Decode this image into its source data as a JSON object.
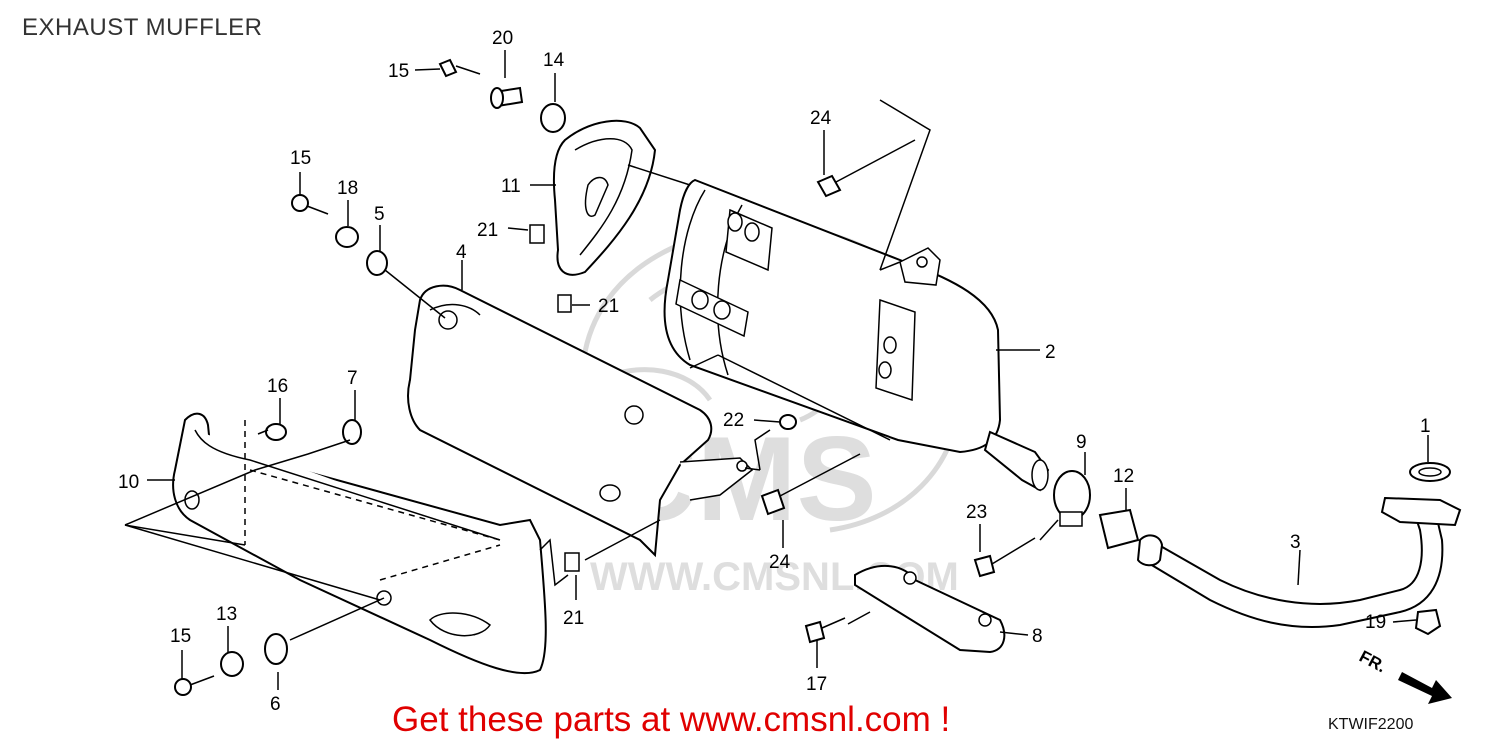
{
  "diagram": {
    "title": "EXHAUST MUFFLER",
    "promo": "Get these parts at www.cmsnl.com !",
    "diagram_code": "KTWIF2200",
    "front_marker": "FR.",
    "watermark": {
      "logo": "CMS",
      "url": "WWW.CMSNL.COM"
    },
    "callouts": [
      {
        "id": "c1",
        "label": "1"
      },
      {
        "id": "c2",
        "label": "2"
      },
      {
        "id": "c3",
        "label": "3"
      },
      {
        "id": "c4",
        "label": "4"
      },
      {
        "id": "c5",
        "label": "5"
      },
      {
        "id": "c6",
        "label": "6"
      },
      {
        "id": "c7",
        "label": "7"
      },
      {
        "id": "c8",
        "label": "8"
      },
      {
        "id": "c9",
        "label": "9"
      },
      {
        "id": "c10",
        "label": "10"
      },
      {
        "id": "c11",
        "label": "11"
      },
      {
        "id": "c12",
        "label": "12"
      },
      {
        "id": "c13",
        "label": "13"
      },
      {
        "id": "c14",
        "label": "14"
      },
      {
        "id": "c15a",
        "label": "15"
      },
      {
        "id": "c15b",
        "label": "15"
      },
      {
        "id": "c15c",
        "label": "15"
      },
      {
        "id": "c16",
        "label": "16"
      },
      {
        "id": "c17",
        "label": "17"
      },
      {
        "id": "c18",
        "label": "18"
      },
      {
        "id": "c19",
        "label": "19"
      },
      {
        "id": "c20",
        "label": "20"
      },
      {
        "id": "c21a",
        "label": "21"
      },
      {
        "id": "c21b",
        "label": "21"
      },
      {
        "id": "c21c",
        "label": "21"
      },
      {
        "id": "c22",
        "label": "22"
      },
      {
        "id": "c23",
        "label": "23"
      },
      {
        "id": "c24a",
        "label": "24"
      },
      {
        "id": "c24b",
        "label": "24"
      }
    ]
  }
}
